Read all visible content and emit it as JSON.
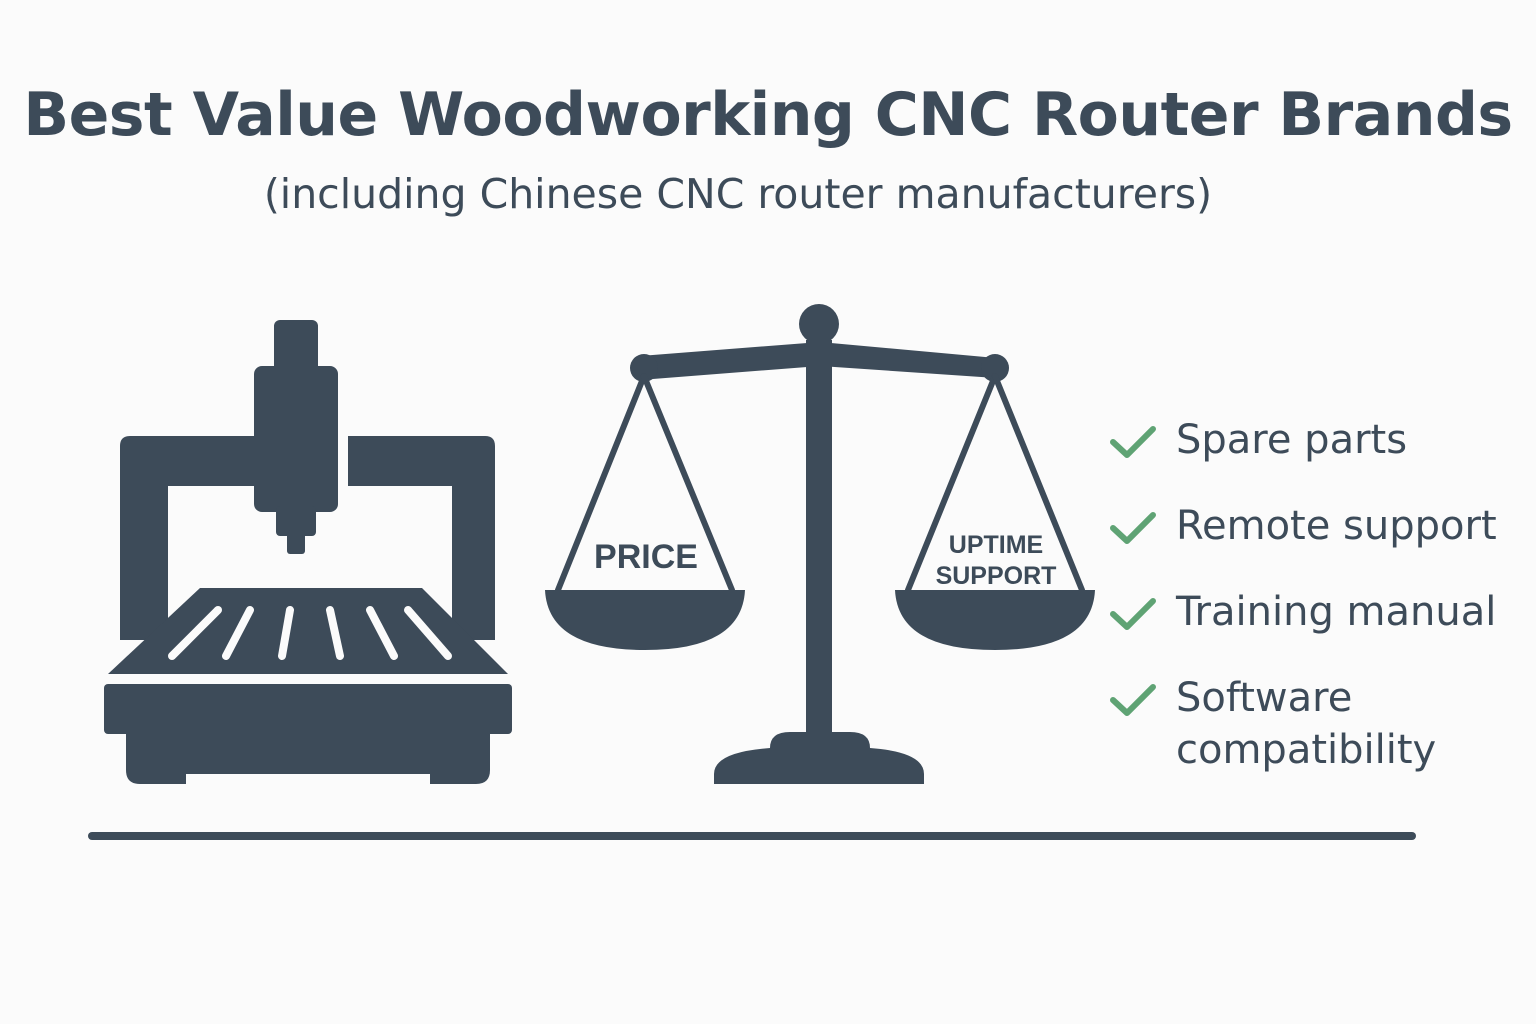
{
  "header": {
    "title": "Best Value Woodworking CNC Router Brands",
    "subtitle": "(including Chinese CNC router manufacturers)"
  },
  "scale": {
    "left_pan_label": "PRICE",
    "right_pan_label_line1": "UPTIME",
    "right_pan_label_line2": "SUPPORT"
  },
  "checklist": {
    "items": [
      {
        "label": "Spare parts"
      },
      {
        "label": "Remote support"
      },
      {
        "label": "Training manual"
      },
      {
        "label": "Software compatibility"
      }
    ]
  },
  "colors": {
    "ink": "#3d4b59",
    "check": "#5fa374",
    "background": "#fbfbfb"
  },
  "icons": {
    "machine": "cnc-router-icon",
    "scale": "balance-scale-icon",
    "check": "check-icon"
  }
}
